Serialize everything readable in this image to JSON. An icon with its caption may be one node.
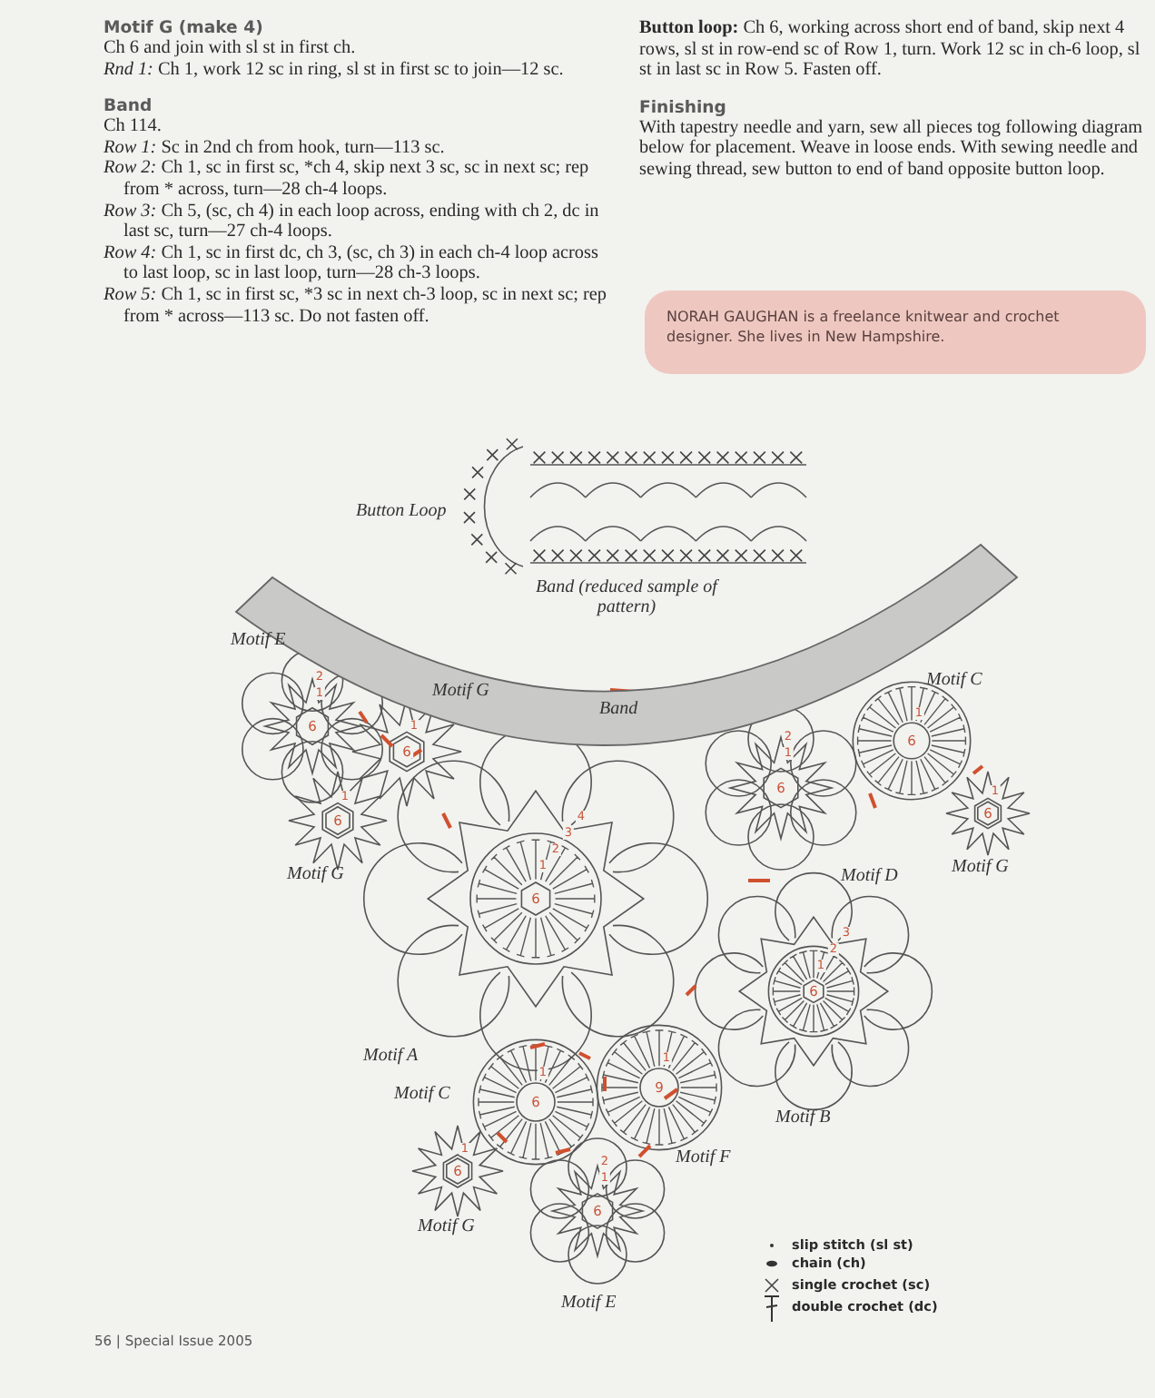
{
  "diagram": {
    "nodes": [
      {
        "text": [
          "NORAH GAUGHAN is a freelance knitwear and crochet designer. She lives in New Hampshire."
        ]
      },
      {
        "text": [
          "Band"
        ]
      },
      {
        "text": [
          "2",
          "1",
          "6"
        ]
      },
      {
        "text": [
          "1",
          "6"
        ]
      },
      {
        "text": [
          "1",
          "6"
        ]
      },
      {
        "text": [
          "4",
          "3",
          "2",
          "1",
          "6"
        ]
      },
      {
        "text": [
          "2",
          "1",
          "6"
        ]
      },
      {
        "text": [
          "1",
          "6"
        ]
      },
      {
        "text": [
          "1",
          "6"
        ]
      },
      {
        "text": [
          "3",
          "2",
          "1",
          "6"
        ]
      },
      {
        "text": [
          "1",
          "6"
        ]
      },
      {
        "text": [
          "1",
          "9"
        ]
      },
      {
        "text": [
          "1",
          "6"
        ]
      },
      {
        "text": [
          "2",
          "1",
          "6"
        ]
      }
    ],
    "labels": [
      "Motif G (make 4)",
      "Ch 6 and join with sl st in first ch.",
      "*Rnd 1:* Ch 1, work 12 sc in ring, sl st in first sc to join—12 sc.",
      "Band",
      "Ch 114.",
      "*Row 1:* Sc in 2nd ch from hook, turn—113 sc.",
      "*Row 2:* Ch 1, sc in first sc, *ch 4, skip next 3 sc, sc in next sc; rep from * across, turn—28 ch-4 loops.",
      "*Row 3:* Ch 5, (sc, ch 4) in each loop across, ending with ch 2, dc in last sc, turn—27 ch-4 loops.",
      "*Row 4:* Ch 1, sc in first dc, ch 3, (sc, ch 3) in each ch-4 loop across to last loop, sc in last loop, turn—28 ch-3 loops.",
      "*Row 5:* Ch 1, sc in first sc, *3 sc in next ch-3 loop, sc in next sc; rep from * across—113 sc. Do not fasten off.",
      "**Button loop:** Ch 6, working across short end of band, skip next 4 rows, sl st in row-end sc of Row 1, turn. Work 12 sc in ch-6 loop, sl st in last sc in Row 5. Fasten off.",
      "Finishing",
      "With tapestry needle and yarn, sew all pieces tog following diagram below for placement. Weave in loose ends. With sewing needle and sewing thread, sew button to end of band opposite button loop.",
      "Button Loop",
      "Band (reduced sample of pattern)",
      "Motif E",
      "Motif C",
      "Motif G",
      "Motif G",
      "Motif G",
      "Motif D",
      "Motif A",
      "Motif C",
      "Motif B",
      "Motif F",
      "Motif G",
      "Motif E",
      "56 | Special Issue 2005"
    ],
    "legend": [
      {
        "text": "slip stitch (sl st)"
      },
      {
        "text": "chain (ch)"
      },
      {
        "text": "single crochet (sc)"
      },
      {
        "text": "double crochet (dc)"
      }
    ]
  }
}
